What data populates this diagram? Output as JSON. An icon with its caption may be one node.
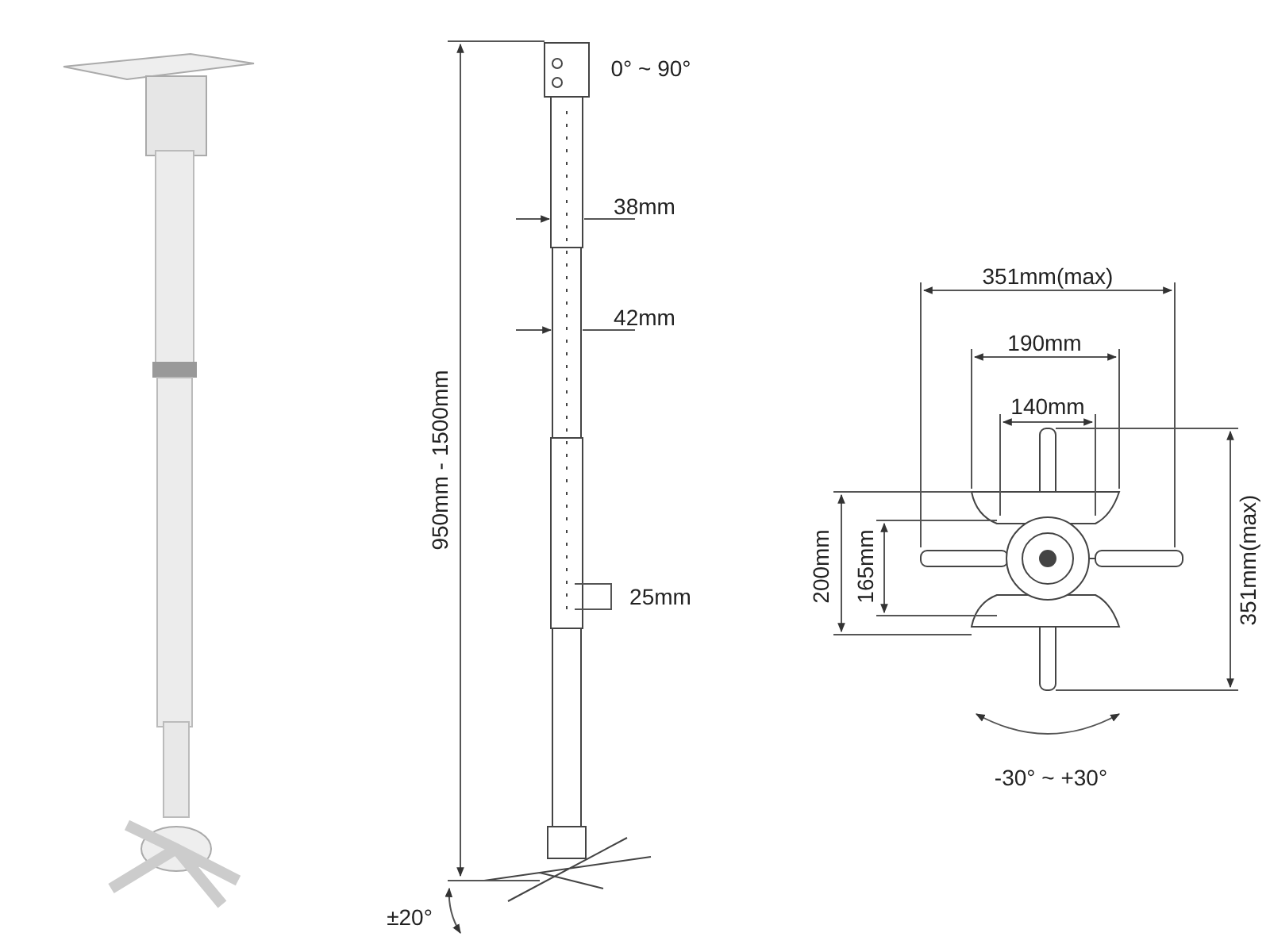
{
  "diagram": {
    "labels": [
      "0° ~ 90°",
      "38mm",
      "42mm",
      "950mm - 1500mm",
      "25mm",
      "±20°",
      "351mm(max)",
      "190mm",
      "140mm",
      "200mm",
      "165mm",
      "351mm(max)",
      "-30° ~ +30°"
    ]
  }
}
